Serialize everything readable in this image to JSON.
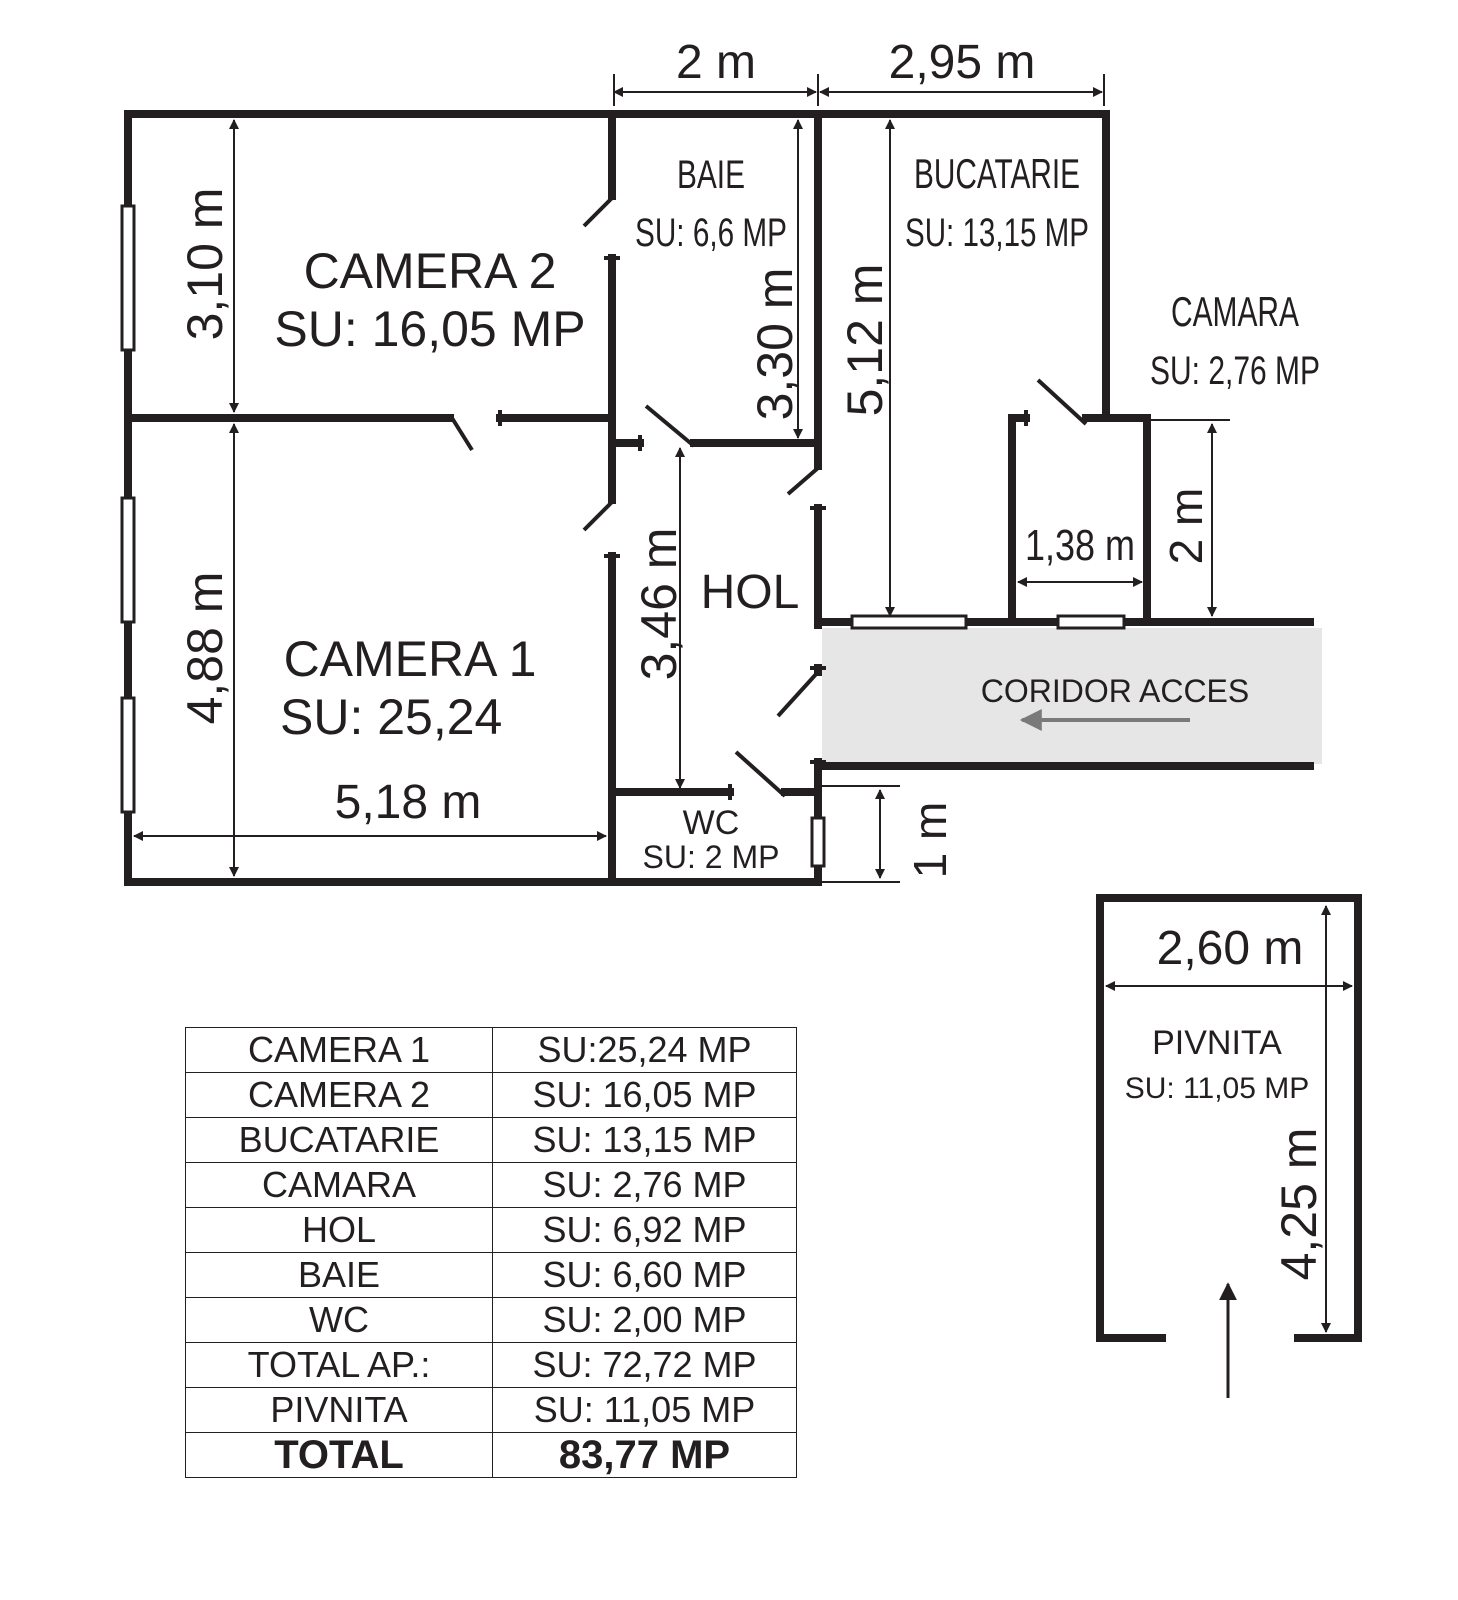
{
  "plan": {
    "rooms": {
      "camera2": {
        "name": "CAMERA 2",
        "area": "SU: 16,05 MP"
      },
      "camera1": {
        "name": "CAMERA 1",
        "area": "SU: 25,24"
      },
      "baie": {
        "name": "BAIE",
        "area": "SU: 6,6 MP"
      },
      "bucatarie": {
        "name": "BUCATARIE",
        "area": "SU: 13,15 MP"
      },
      "camara": {
        "name": "CAMARA",
        "area": "SU: 2,76 MP"
      },
      "hol": {
        "name": "HOL"
      },
      "wc": {
        "name": "WC",
        "area": "SU: 2 MP"
      },
      "coridor": {
        "name": "CORIDOR ACCES"
      },
      "pivnita": {
        "name": "PIVNITA",
        "area": "SU: 11,05 MP"
      }
    },
    "dimensions": {
      "baie_width": "2 m",
      "bucatarie_width": "2,95 m",
      "camera2_height": "3,10 m",
      "baie_height": "3,30 m",
      "bucatarie_height": "5,12 m",
      "camera1_height": "4,88 m",
      "hol_height": "3,46 m",
      "camera1_width": "5,18 m",
      "camara_width": "1,38 m",
      "camara_height": "2 m",
      "wc_height": "1 m",
      "pivnita_width": "2,60 m",
      "pivnita_height": "4,25 m"
    }
  },
  "area_table": [
    {
      "room": "CAMERA 1",
      "area": "SU:25,24 MP"
    },
    {
      "room": "CAMERA 2",
      "area": "SU: 16,05 MP"
    },
    {
      "room": "BUCATARIE",
      "area": "SU: 13,15 MP"
    },
    {
      "room": "CAMARA",
      "area": "SU: 2,76 MP"
    },
    {
      "room": "HOL",
      "area": "SU: 6,92 MP"
    },
    {
      "room": "BAIE",
      "area": "SU: 6,60 MP"
    },
    {
      "room": "WC",
      "area": "SU: 2,00 MP"
    },
    {
      "room": "TOTAL AP.:",
      "area": "SU: 72,72 MP"
    },
    {
      "room": "PIVNITA",
      "area": "SU: 11,05 MP"
    },
    {
      "room": "TOTAL",
      "area": "83,77 MP"
    }
  ],
  "colors": {
    "wall": "#231f20",
    "corridor": "#e6e6e6",
    "arrow": "#7a7a7a"
  }
}
